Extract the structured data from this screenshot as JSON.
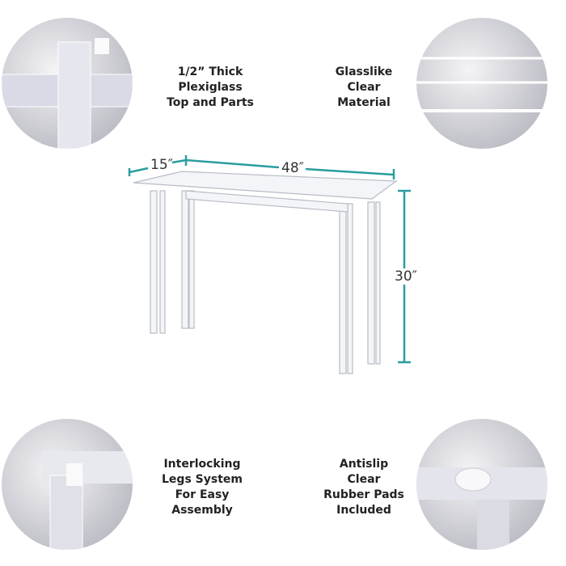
{
  "features": {
    "top_left": [
      "1/2” Thick",
      "Plexiglass",
      "Top and Parts"
    ],
    "top_right": [
      "Glasslike",
      "Clear",
      "Material"
    ],
    "bottom_left": [
      "Interlocking",
      "Legs System",
      "For Easy",
      "Assembly"
    ],
    "bottom_right": [
      "Antislip",
      "Clear",
      "Rubber Pads",
      "Included"
    ]
  },
  "dimensions": {
    "depth": "15″",
    "width": "48″",
    "height": "30″"
  },
  "colors": {
    "accent": "#2a9d9f"
  }
}
